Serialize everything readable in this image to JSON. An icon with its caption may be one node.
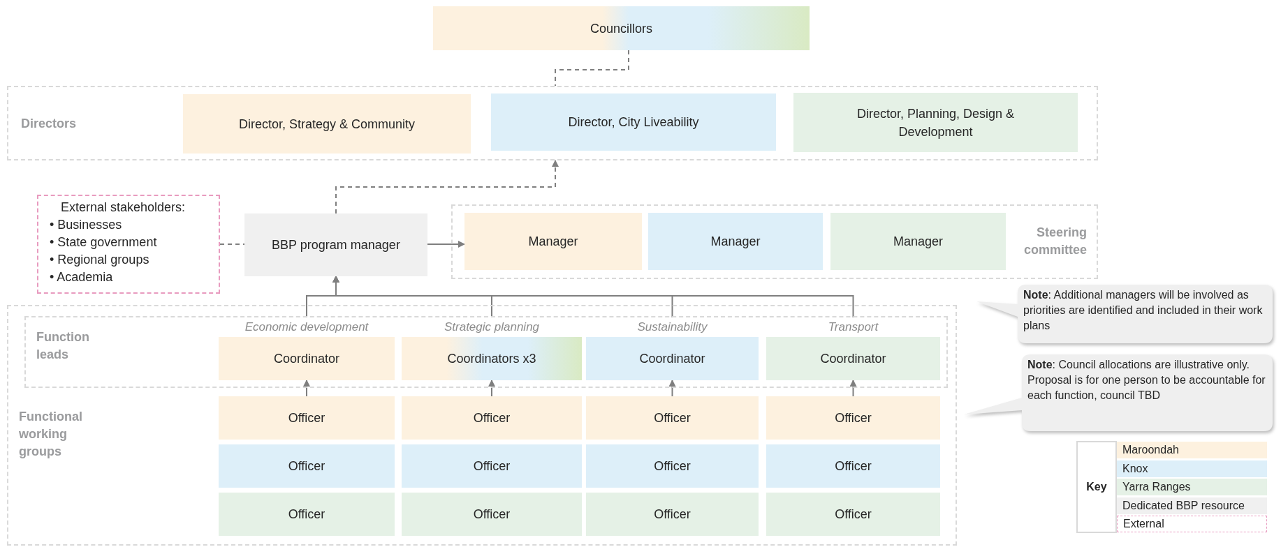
{
  "diagram": {
    "nodes": [
      {
        "text": [
          "Councillors"
        ]
      },
      {
        "text": [
          "Directors"
        ]
      },
      {
        "text": [
          "Director, Strategy & Community"
        ],
        "in": 1
      },
      {
        "text": [
          "Director, City Liveability"
        ],
        "in": 1
      },
      {
        "text": [
          "Director, Planning, Design & Development"
        ],
        "in": 1
      },
      {
        "text": [
          "External stakeholders:",
          "• Businesses",
          "• State government",
          "• Regional groups",
          "• Academia"
        ]
      },
      {
        "text": [
          "BBP program manager"
        ]
      },
      {
        "text": [
          "Steering committee"
        ]
      },
      {
        "text": [
          "Manager"
        ],
        "in": 7
      },
      {
        "text": [
          "Manager"
        ],
        "in": 7
      },
      {
        "text": [
          "Manager"
        ],
        "in": 7
      },
      {
        "text": [
          "Functional working groups"
        ]
      },
      {
        "text": [
          "Function leads"
        ],
        "in": 11
      },
      {
        "text": [
          "Coordinator"
        ],
        "in": 12,
        "beside": [
          "Economic development"
        ]
      },
      {
        "text": [
          "Coordinators x3"
        ],
        "in": 12,
        "beside": [
          "Strategic planning"
        ]
      },
      {
        "text": [
          "Coordinator"
        ],
        "in": 12,
        "beside": [
          "Sustainability"
        ]
      },
      {
        "text": [
          "Coordinator"
        ],
        "in": 12,
        "beside": [
          "Transport"
        ]
      },
      {
        "text": [
          "Officer"
        ],
        "in": 11
      },
      {
        "text": [
          "Officer"
        ],
        "in": 11
      },
      {
        "text": [
          "Officer"
        ],
        "in": 11
      },
      {
        "text": [
          "Officer"
        ],
        "in": 11
      },
      {
        "text": [
          "Officer"
        ],
        "in": 11
      },
      {
        "text": [
          "Officer"
        ],
        "in": 11
      },
      {
        "text": [
          "Officer"
        ],
        "in": 11
      },
      {
        "text": [
          "Officer"
        ],
        "in": 11
      },
      {
        "text": [
          "Officer"
        ],
        "in": 11
      },
      {
        "text": [
          "Officer"
        ],
        "in": 11
      },
      {
        "text": [
          "Officer"
        ],
        "in": 11
      },
      {
        "text": [
          "Officer"
        ],
        "in": 11
      },
      {
        "text": [
          "**Note**: Additional managers will be involved as priorities are identified and included in their work plans"
        ]
      },
      {
        "text": [
          "**Note**: Council allocations are illustrative only. Proposal is for one person to be accountable for each function, council TBD"
        ]
      }
    ],
    "edges": [
      {
        "from": 0,
        "to": 1,
        "arrow": "none",
        "style": "dashed"
      },
      {
        "from": 6,
        "to": 1,
        "arrow": "to",
        "style": "dashed"
      },
      {
        "from": 5,
        "to": 6,
        "arrow": "none",
        "style": "dashed"
      },
      {
        "from": 6,
        "to": 8,
        "arrow": "to"
      },
      {
        "from": 13,
        "to": 6,
        "arrow": "to"
      },
      {
        "from": 14,
        "to": 6,
        "arrow": "to"
      },
      {
        "from": 15,
        "to": 6,
        "arrow": "to"
      },
      {
        "from": 16,
        "to": 6,
        "arrow": "to"
      },
      {
        "from": 17,
        "to": 13,
        "arrow": "to"
      },
      {
        "from": 18,
        "to": 14,
        "arrow": "to"
      },
      {
        "from": 19,
        "to": 15,
        "arrow": "to"
      },
      {
        "from": 20,
        "to": 16,
        "arrow": "to"
      }
    ],
    "labels": [
      "Key"
    ],
    "legend": [
      {
        "text": "Maroondah",
        "color": "#fdf1df"
      },
      {
        "text": "Knox",
        "color": "#ddeff9"
      },
      {
        "text": "Yarra Ranges",
        "color": "#e5f1e6"
      },
      {
        "text": "Dedicated BBP resource",
        "color": "#f0f0f0"
      },
      {
        "text": "External"
      }
    ]
  }
}
